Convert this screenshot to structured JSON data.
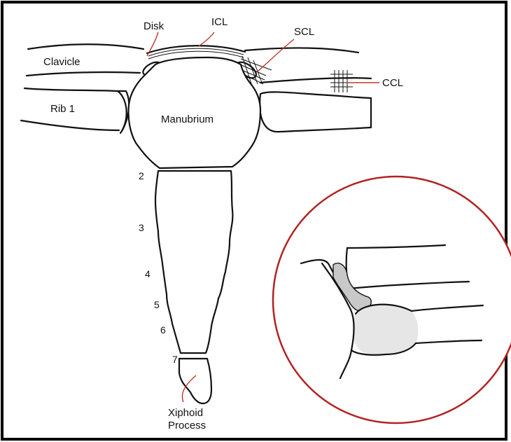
{
  "labels": {
    "disk": "Disk",
    "icl": "ICL",
    "scl": "SCL",
    "ccl": "CCL",
    "clavicle": "Clavicle",
    "rib1": "Rib 1",
    "manubrium": "Manubrium",
    "xiphoid_line1": "Xiphoid",
    "xiphoid_line2": "Process"
  },
  "segments": [
    "2",
    "3",
    "4",
    "5",
    "6",
    "7"
  ],
  "colors": {
    "outline": "#111111",
    "leader": "#c0392b",
    "inset_ring": "#b22222",
    "disk_fill": "#c8c8c8",
    "cartilage_fill": "#e6e6e6",
    "background": "#ffffff"
  }
}
